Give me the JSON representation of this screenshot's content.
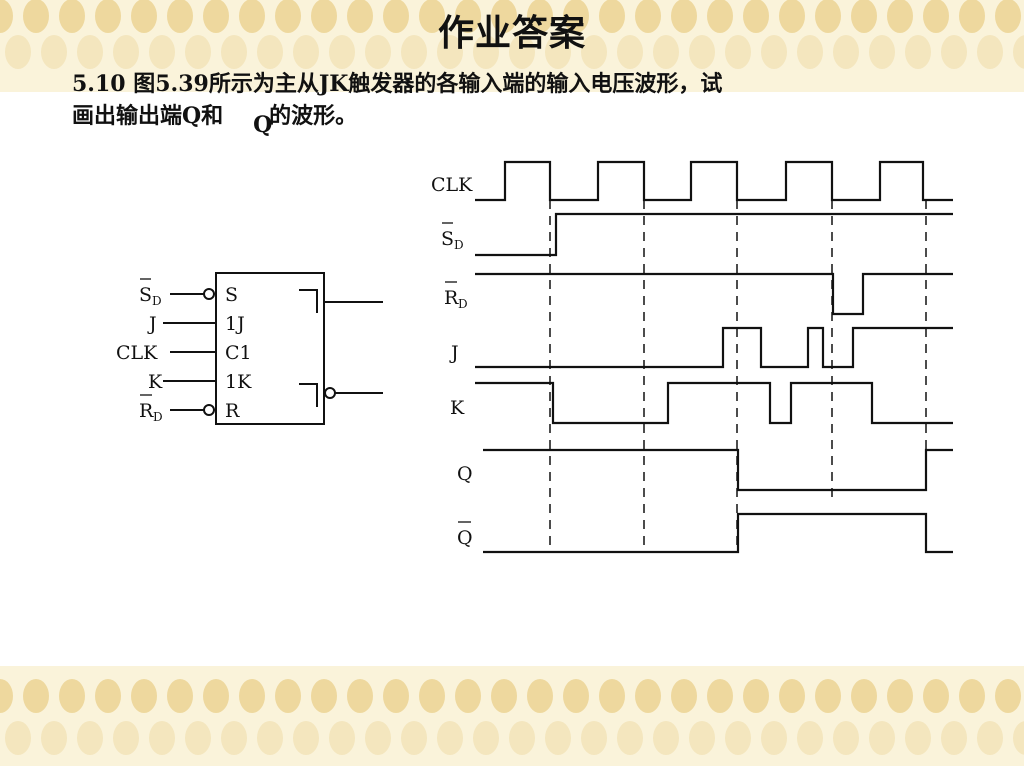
{
  "slide": {
    "title": "作业答案",
    "question_line1": "5.10  图5.39所示为主从JK触发器的各输入端的输入电压波形，试",
    "question_line2_before": "画出输出端Q和",
    "question_line2_after": "的波形。",
    "qbar_letter": "Q"
  },
  "flipflop": {
    "pins_left": [
      "S",
      "1J",
      "C1",
      "1K",
      "R"
    ],
    "inputs": [
      {
        "main": "S",
        "sub": "D",
        "overbar": true
      },
      {
        "main": "J",
        "sub": "",
        "overbar": false
      },
      {
        "main": "CLK",
        "sub": "",
        "overbar": false
      },
      {
        "main": "K",
        "sub": "",
        "overbar": false
      },
      {
        "main": "R",
        "sub": "D",
        "overbar": true
      }
    ]
  },
  "timing": {
    "signals": [
      {
        "id": "clk",
        "main": "CLK",
        "sub": "",
        "overbar": false
      },
      {
        "id": "sd",
        "main": "S",
        "sub": "D",
        "overbar": true
      },
      {
        "id": "rd",
        "main": "R",
        "sub": "D",
        "overbar": true
      },
      {
        "id": "j",
        "main": "J",
        "sub": "",
        "overbar": false
      },
      {
        "id": "k",
        "main": "K",
        "sub": "",
        "overbar": false
      },
      {
        "id": "q",
        "main": "Q",
        "sub": "",
        "overbar": false
      },
      {
        "id": "qbar",
        "main": "Q",
        "sub": "",
        "overbar": true
      }
    ]
  },
  "colors": {
    "ink": "#111111",
    "band": "#f4e7b8",
    "dot": "#e9cf8a"
  }
}
